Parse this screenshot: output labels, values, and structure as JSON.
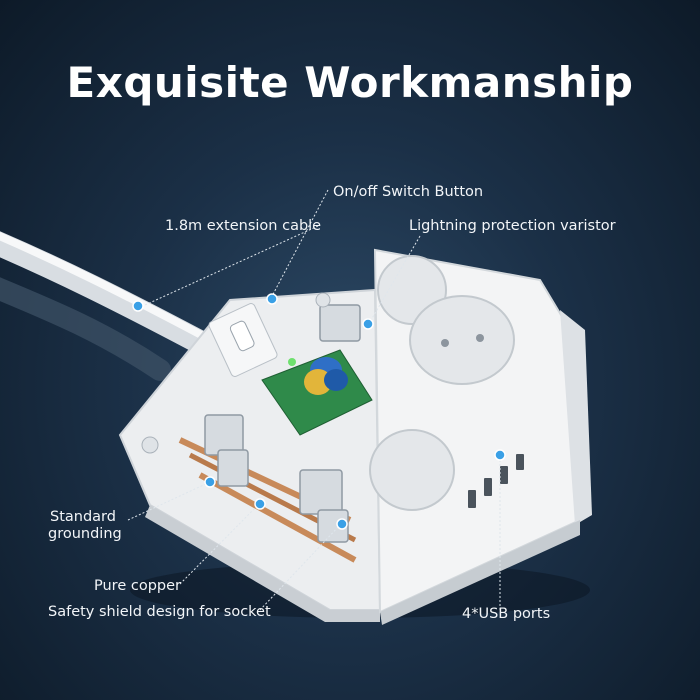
{
  "title": "Exquisite Workmanship",
  "callouts": {
    "switch": "On/off Switch Button",
    "cable": "1.8m extension cable",
    "varistor": "Lightning protection varistor",
    "grounding_line1": "Standard",
    "grounding_line2": "grounding",
    "copper": "Pure copper",
    "shield": "Safety shield design for socket",
    "usb": "4*USB ports"
  },
  "colors": {
    "background": "#1b3047",
    "accent_dot": "#3aa0e6",
    "product_white": "#f1f2f3",
    "pcb_green": "#2f8a4a",
    "capacitor_blue": "#2f6fc6",
    "copper": "#c88a5a"
  }
}
